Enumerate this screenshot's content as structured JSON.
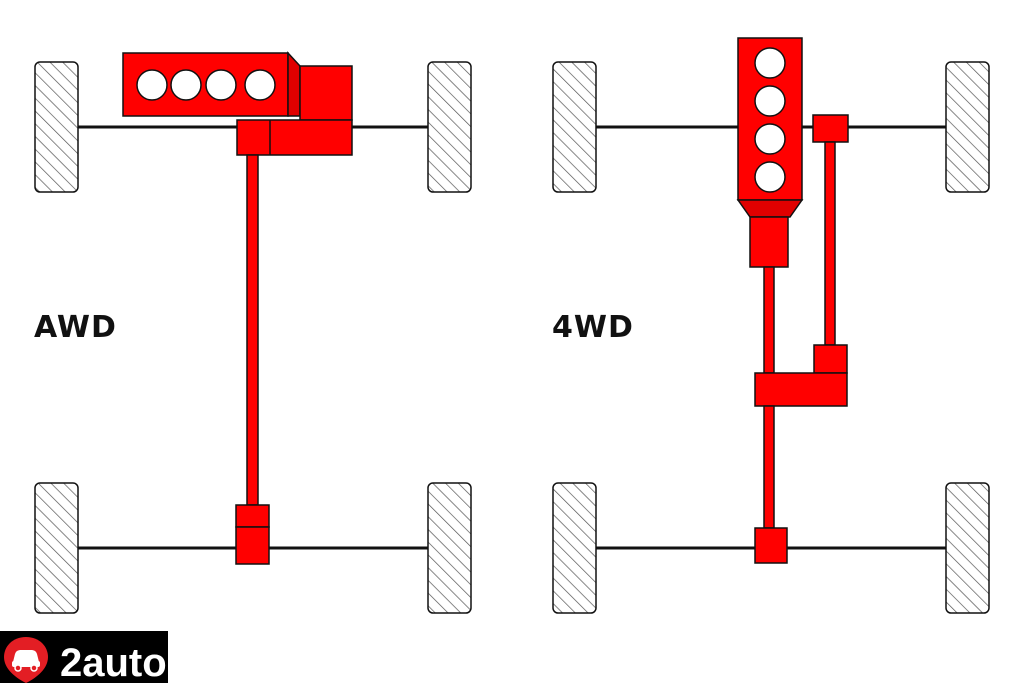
{
  "labels": {
    "left": "AWD",
    "right": "4WD"
  },
  "brand": {
    "name": "2auto",
    "icon": "car-icon"
  },
  "colors": {
    "drivetrain": "#ff0000",
    "outline": "#111111",
    "tire_hatch": "#555555",
    "brand_bg": "#000000"
  }
}
